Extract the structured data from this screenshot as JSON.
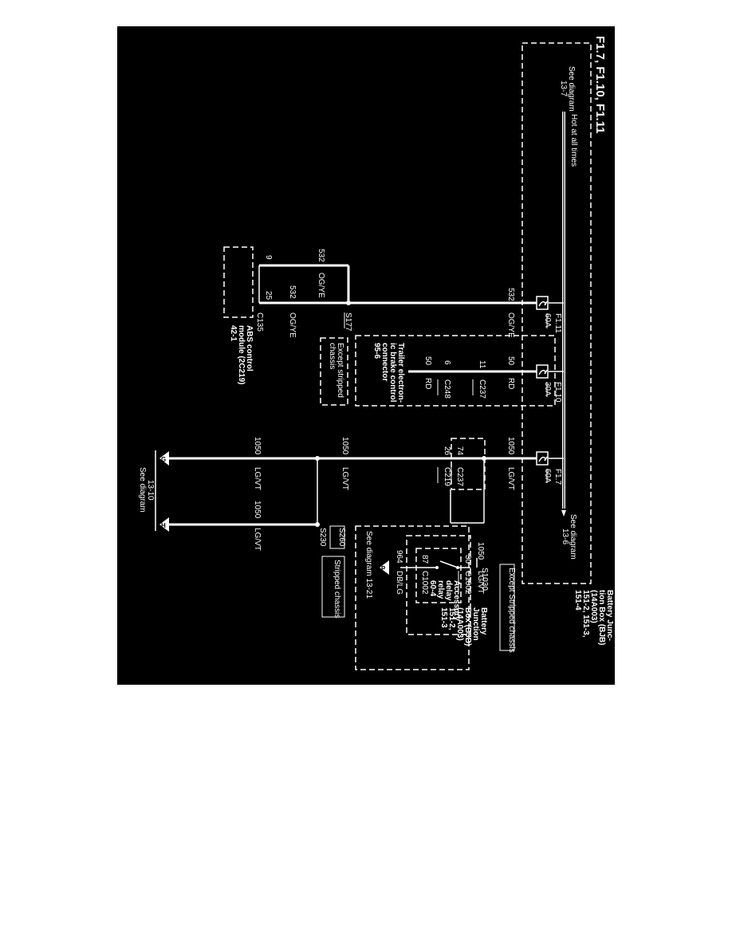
{
  "title": "F1.7, F1.10, F1.11",
  "bjb_top": {
    "label": [
      "Battery Junc-",
      "tion Box (BJB)",
      "(14A003)",
      "151-2, 151-3,",
      "151-4"
    ]
  },
  "hot_at_all_times": "Hot at all times",
  "see_diagram_13_7": [
    "See diagram",
    "13-7"
  ],
  "see_diagram_13_6": [
    "See diagram",
    "13-6"
  ],
  "fuses": [
    {
      "name": "F1.11",
      "rating": "60A"
    },
    {
      "name": "F1.10",
      "rating": "30A"
    },
    {
      "name": "F1.7",
      "rating": "60A"
    }
  ],
  "circuit_532": {
    "number": "532",
    "color": "OG/YE",
    "splice": "S177",
    "branch_number_top": "532",
    "branch_number_bottom": "532",
    "branch_color_top": "OG/YE",
    "branch_color_bottom": "OG/YE",
    "pin_9": "9",
    "pin_25": "25",
    "connector": "C135",
    "note": [
      "Except stripped",
      "chassis"
    ],
    "module": [
      "ABS control",
      "module (2C219)",
      "42-1"
    ]
  },
  "circuit_50": {
    "number": "50",
    "color": "RD",
    "pin_11": "11",
    "connector_c237": "C237",
    "pin_6": "6",
    "connector_c248": "C248",
    "lower_number": "50",
    "lower_color": "RD",
    "device": [
      "Trailer electron-",
      "ic brake control",
      "connector",
      "95-6"
    ]
  },
  "circuit_1050": {
    "number": "1050",
    "color": "LG/VT",
    "pin_74": "74",
    "connector_c237": "C237",
    "pin_26": "26",
    "connector_c219": "C219",
    "branch_number_1": "1050",
    "branch_color_1": "LG/VT",
    "branch_number_2": "1050",
    "branch_color_2": "LG/VT",
    "lower_number_1": "1050",
    "lower_color_1": "LG/VT",
    "lower_number_2": "1050",
    "lower_color_2": "LG/VT",
    "arrow_g": "G",
    "arrow_h": "H",
    "splice_s1030": "S1030",
    "splice_s230": "S230",
    "splice_s260": "S260",
    "note_stripped": "Stripped chassis",
    "note_except": "Except Stripped chassis",
    "see_13_10": [
      "See diagram",
      "13-10"
    ]
  },
  "relay": {
    "pin_30": "30",
    "pin_87": "87",
    "connector_top": "C1002",
    "connector_bottom": "C1002",
    "label": [
      "Accessory",
      "delay",
      "relay",
      "60-4"
    ],
    "bjb_label": [
      "Battery",
      "Junction",
      "Box (BJB)",
      "(14A003)",
      "151-2,",
      "151-3"
    ],
    "out_number": "964",
    "out_color": "DB/LG",
    "arrow_p": "P",
    "see_13_21": "See diagram 13-21"
  }
}
